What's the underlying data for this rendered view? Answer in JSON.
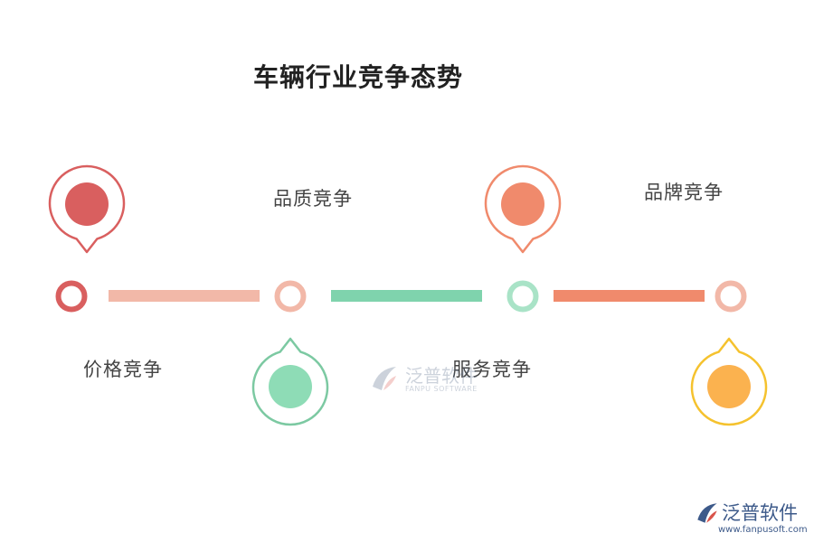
{
  "title": "车辆行业竞争态势",
  "colors": {
    "red": "#d95f5f",
    "salmon": "#f2b8a8",
    "mint": "#7fd3ad",
    "mint_light": "#a9e3c7",
    "coral": "#f08a6c",
    "gold": "#f5c22e",
    "gold_fill": "#fbb24f",
    "green_stroke": "#7cc9a2",
    "green_fill": "#8edcb6",
    "brand_blue": "#3d5a8a"
  },
  "items": [
    {
      "label": "价格竞争",
      "pin_position": "top",
      "pin_icon": "map-pin-icon"
    },
    {
      "label": "品质竞争",
      "pin_position": "bottom",
      "pin_icon": "map-pin-icon"
    },
    {
      "label": "服务竞争",
      "pin_position": "top",
      "pin_icon": "map-pin-icon"
    },
    {
      "label": "品牌竞争",
      "pin_position": "bottom",
      "pin_icon": "map-pin-icon"
    }
  ],
  "watermark": {
    "name": "泛普软件",
    "english": "FANPU SOFTWARE",
    "icon": "fanpu-logo-icon"
  },
  "brand": {
    "name": "泛普软件",
    "url": "www.fanpusoft.com",
    "icon": "fanpu-logo-icon"
  }
}
